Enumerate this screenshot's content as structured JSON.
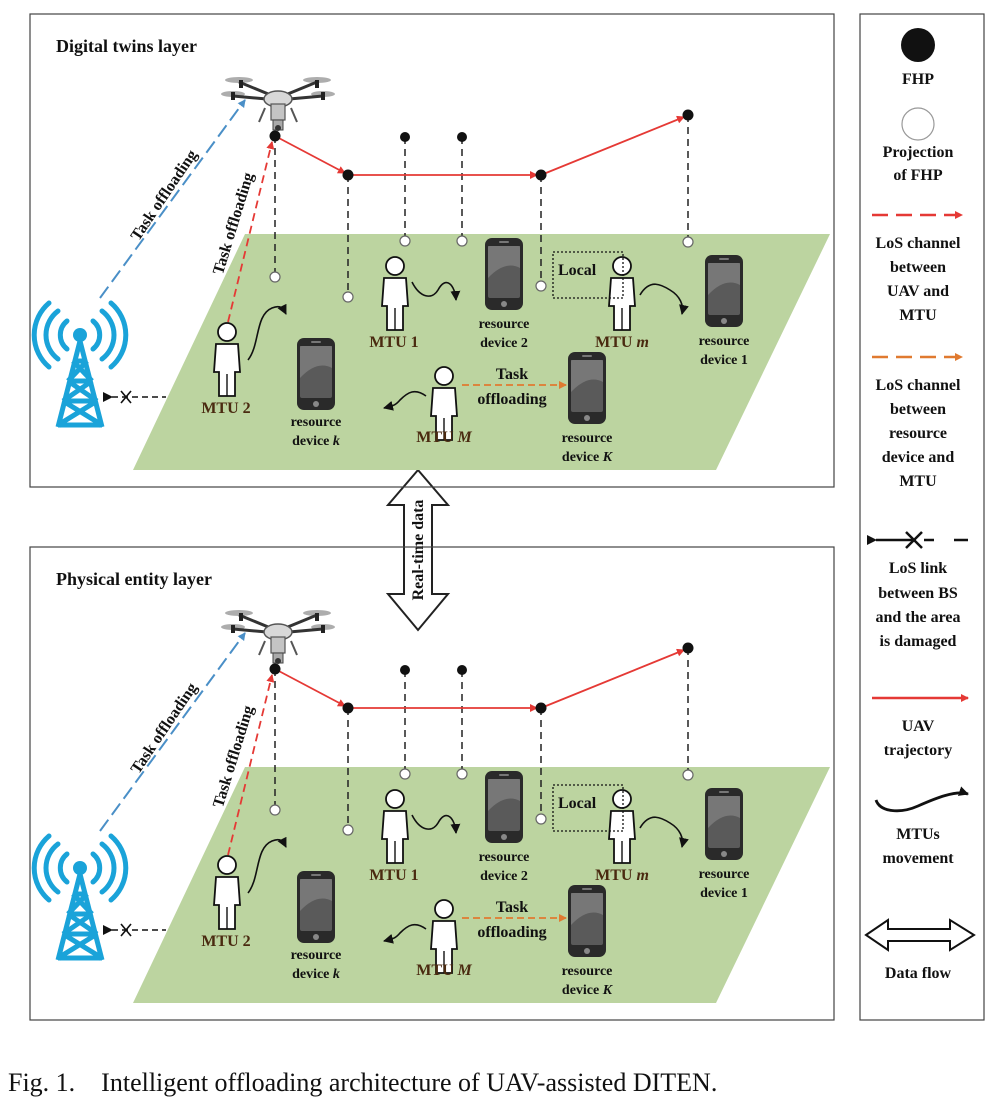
{
  "layers": [
    {
      "title": "Digital twins layer",
      "task_offloading_bs": "Task offloading",
      "task_offloading_uav": "Task offloading",
      "mtu_1": "MTU 1",
      "mtu_2": "MTU 2",
      "mtu_m_prefix": "MTU ",
      "mtu_m_var": "m",
      "mtu_M_prefix": "MTU ",
      "mtu_M_var": "M",
      "local": "Local",
      "task_line1": "Task",
      "task_line2": "offloading",
      "res_2_line1": "resource",
      "res_2_line2": "device 2",
      "res_1_line1": "resource",
      "res_1_line2": "device 1",
      "res_k_line1": "resource",
      "res_k_prefix": "device ",
      "res_k_var": "k",
      "res_K_line1": "resource",
      "res_K_prefix": "device ",
      "res_K_var": "K"
    },
    {
      "title": "Physical entity layer",
      "task_offloading_bs": "Task offloading",
      "task_offloading_uav": "Task offloading",
      "mtu_1": "MTU 1",
      "mtu_2": "MTU 2",
      "mtu_m_prefix": "MTU ",
      "mtu_m_var": "m",
      "mtu_M_prefix": "MTU ",
      "mtu_M_var": "M",
      "local": "Local",
      "task_line1": "Task",
      "task_line2": "offloading",
      "res_2_line1": "resource",
      "res_2_line2": "device 2",
      "res_1_line1": "resource",
      "res_1_line2": "device 1",
      "res_k_line1": "resource",
      "res_k_prefix": "device ",
      "res_k_var": "k",
      "res_K_line1": "resource",
      "res_K_prefix": "device ",
      "res_K_var": "K"
    }
  ],
  "realtime_label": "Real-time data",
  "legend": {
    "fhp": "FHP",
    "projection": [
      "Projection",
      "of FHP"
    ],
    "los_uav": [
      "LoS channel",
      "between",
      "UAV and",
      "MTU"
    ],
    "los_resource": [
      "LoS channel",
      "between",
      "resource",
      "device and",
      "MTU"
    ],
    "los_damaged": [
      "LoS link",
      "between BS",
      "and the area",
      "is damaged"
    ],
    "uav_trajectory": [
      "UAV",
      "trajectory"
    ],
    "mtu_movement": [
      "MTUs",
      "movement"
    ],
    "data_flow": "Data flow"
  },
  "caption": "Fig. 1.    Intelligent offloading architecture of UAV-assisted DITEN.",
  "colors": {
    "plane": "#bcd4a0",
    "trajectory": "#e53935",
    "los_uav": "#e53935",
    "los_resource": "#e07a30",
    "bs_link": "#4a8fc7",
    "tower": "#1aa3d9",
    "mtu_label": "#4a2a10",
    "frame": "#444444"
  },
  "icons": [
    "uav-drone-icon",
    "base-station-tower-icon",
    "smartphone-icon",
    "person-icon",
    "double-arrow-icon"
  ]
}
